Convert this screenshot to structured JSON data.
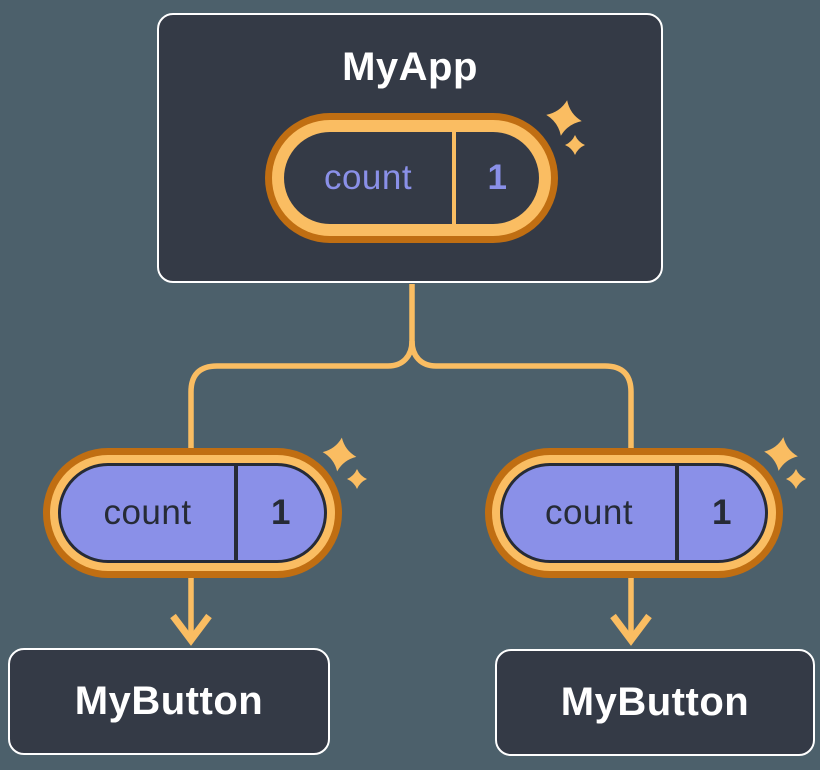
{
  "colors": {
    "background": "#4c606b",
    "card_fill": "#343a46",
    "card_border": "#ffffff",
    "card_text": "#ffffff",
    "orange_light": "#fabd62",
    "orange_dark": "#c06e12",
    "purple": "#8a90e8",
    "dark_text": "#262b36"
  },
  "tree": {
    "root": {
      "title": "MyApp",
      "pill": {
        "label": "count",
        "value": "1"
      }
    },
    "children": [
      {
        "title": "MyButton",
        "pill": {
          "label": "count",
          "value": "1"
        }
      },
      {
        "title": "MyButton",
        "pill": {
          "label": "count",
          "value": "1"
        }
      }
    ]
  }
}
